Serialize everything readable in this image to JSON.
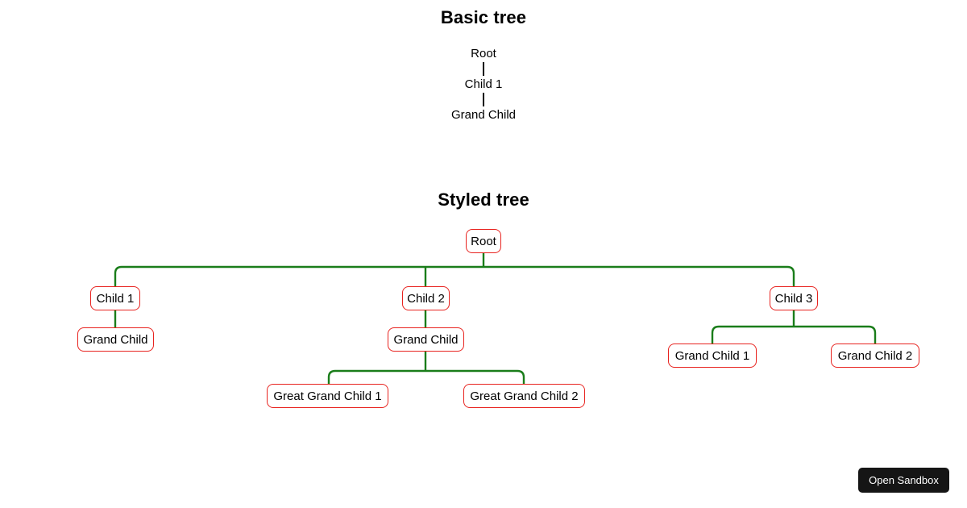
{
  "page": {
    "background_color": "#ffffff"
  },
  "sections": {
    "basic": {
      "title": "Basic tree",
      "nodes": [
        {
          "label": "Root"
        },
        {
          "label": "Child 1"
        },
        {
          "label": "Grand Child"
        }
      ],
      "edge_color": "#000000",
      "text_color": "#000000"
    },
    "styled": {
      "title": "Styled tree",
      "node_border_color": "#e8231f",
      "node_text_color": "#000000",
      "node_fill_color": "#ffffff",
      "edge_color": "#1a7d1a",
      "nodes": {
        "root": "Root",
        "child1": "Child 1",
        "child1_grandchild": "Grand Child",
        "child2": "Child 2",
        "child2_grandchild": "Grand Child",
        "ggc1": "Great Grand Child 1",
        "ggc2": "Great Grand Child 2",
        "child3": "Child 3",
        "child3_gc1": "Grand Child 1",
        "child3_gc2": "Grand Child 2"
      }
    }
  },
  "sandbox": {
    "label": "Open Sandbox",
    "background_color": "#151515",
    "text_color": "#ffffff"
  }
}
